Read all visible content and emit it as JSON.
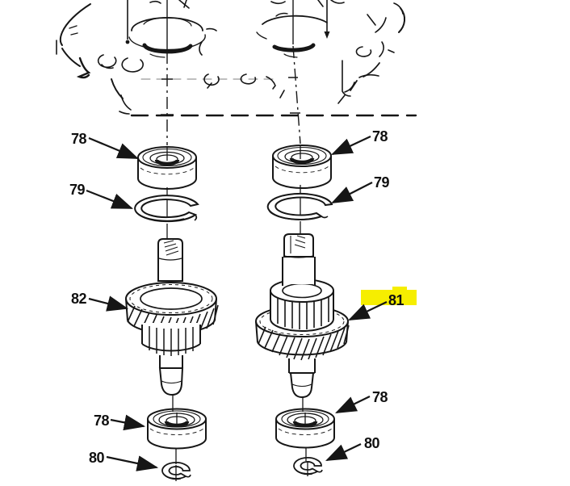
{
  "figure": {
    "type": "exploded-parts-diagram",
    "background_color": "#ffffff",
    "line_color": "#161616",
    "highlight_color": "#f6ee00",
    "highlighted_callout": "81"
  },
  "callouts": {
    "left_top_bearing": "78",
    "left_snap_ring": "79",
    "left_gear_cluster": "82",
    "left_bottom_bearing": "78",
    "left_washer": "80",
    "right_top_bearing": "78",
    "right_snap_ring": "79",
    "right_gear_cluster": "81",
    "right_bottom_bearing": "78",
    "right_washer": "80"
  }
}
